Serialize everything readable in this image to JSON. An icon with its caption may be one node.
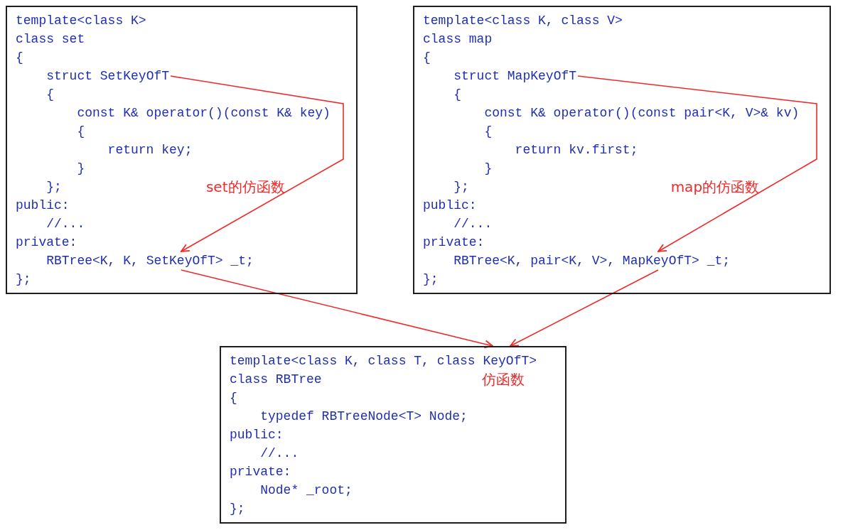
{
  "diagram": {
    "nodes": [
      {
        "text": [
          "template<class K>",
          "class set",
          "{",
          "{",
          "const K& operator()(const K& key)",
          "{",
          "return key;",
          "}",
          "};",
          "public:",
          "//...",
          "private:",
          "};"
        ]
      },
      {
        "text": [
          "struct SetKeyOfT"
        ],
        "in": 0
      },
      {
        "text": [
          "RBTree<K, K, SetKeyOfT> _t;"
        ],
        "in": 0
      },
      {
        "text": [
          "template<class K, class V>",
          "class map",
          "{",
          "{",
          "const K& operator()(const pair<K, V>& kv)",
          "{",
          "return kv.first;",
          "}",
          "};",
          "public:",
          "//...",
          "private:",
          "};"
        ]
      },
      {
        "text": [
          "struct MapKeyOfT"
        ],
        "in": 3
      },
      {
        "text": [
          "RBTree<K, pair<K, V>, MapKeyOfT> _t;"
        ],
        "in": 3
      },
      {
        "text": [
          "template<class K, class T, class KeyOfT>",
          "class RBTree",
          "仿函数",
          "{",
          "typedef RBTreeNode<T> Node;",
          "public:",
          "//...",
          "private:",
          "Node* _root;",
          "};"
        ]
      }
    ],
    "edges": [
      {
        "from": 1,
        "to": 2,
        "arrow": "to",
        "label": "set的仿函数"
      },
      {
        "from": 2,
        "to": 6,
        "arrow": "to"
      },
      {
        "from": 4,
        "to": 5,
        "arrow": "to",
        "label": "map的仿函数"
      },
      {
        "from": 5,
        "to": 6,
        "arrow": "to"
      }
    ]
  }
}
